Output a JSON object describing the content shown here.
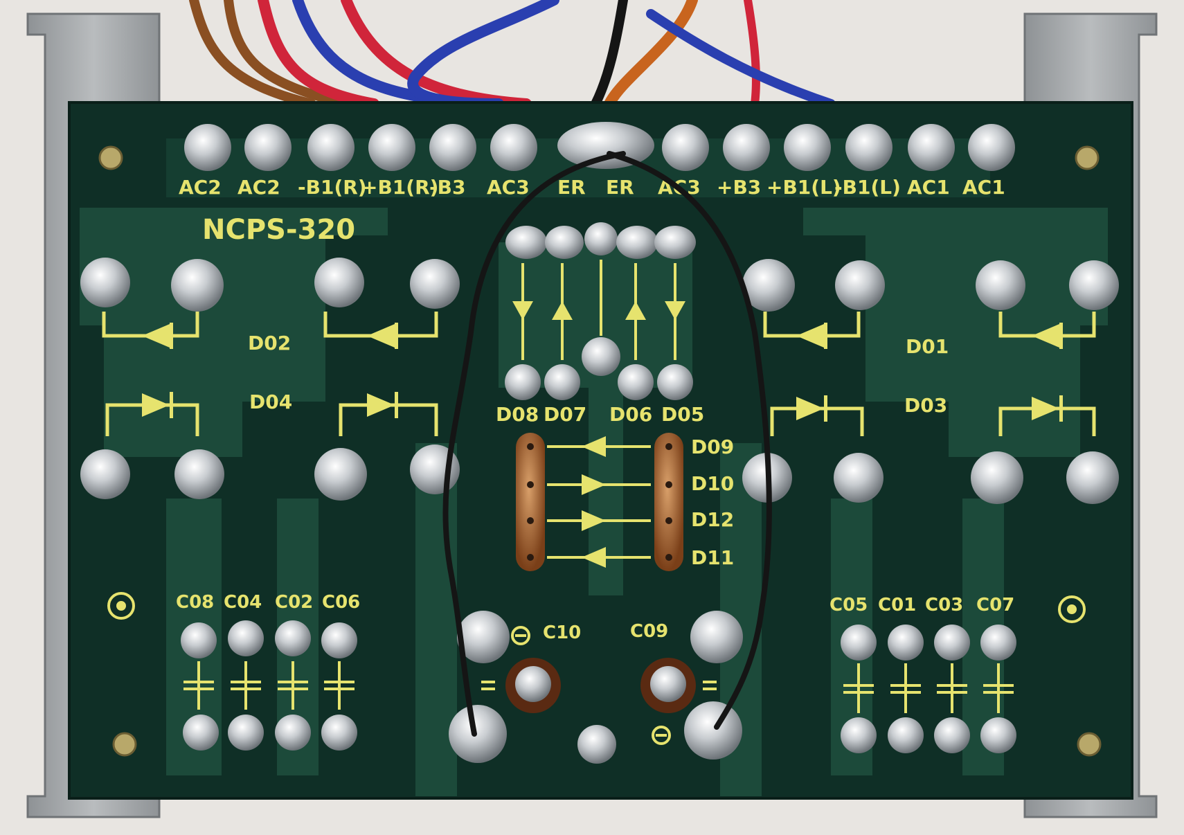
{
  "board": {
    "model": "NCPS-320",
    "terminal_labels": [
      "AC2",
      "AC2",
      "-B1(R)",
      "+B1(R)",
      "-B3",
      "AC3",
      "ER",
      "ER",
      "AC3",
      "+B3",
      "+B1(L)",
      "-B1(L)",
      "AC1",
      "AC1"
    ],
    "diode_labels": {
      "d02": "D02",
      "d04": "D04",
      "d01": "D01",
      "d03": "D03",
      "d08": "D08",
      "d07": "D07",
      "d06": "D06",
      "d05": "D05",
      "d09": "D09",
      "d10": "D10",
      "d12": "D12",
      "d11": "D11"
    },
    "capacitor_labels": {
      "left": [
        "C08",
        "C04",
        "C02",
        "C06"
      ],
      "right": [
        "C05",
        "C01",
        "C03",
        "C07"
      ],
      "c10": "C10",
      "c09": "C09"
    }
  },
  "colors": {
    "pcb": "#0f2f26",
    "trace": "#1c4a3a",
    "silkscreen": "#e6e36e",
    "solder": "#c8ccd0",
    "bracket": "#a9adb0",
    "wire_red": "#d0253a",
    "wire_blue": "#2a3fb0",
    "wire_orange": "#c8641e",
    "wire_brown": "#8a4f22",
    "wire_black": "#151515"
  }
}
